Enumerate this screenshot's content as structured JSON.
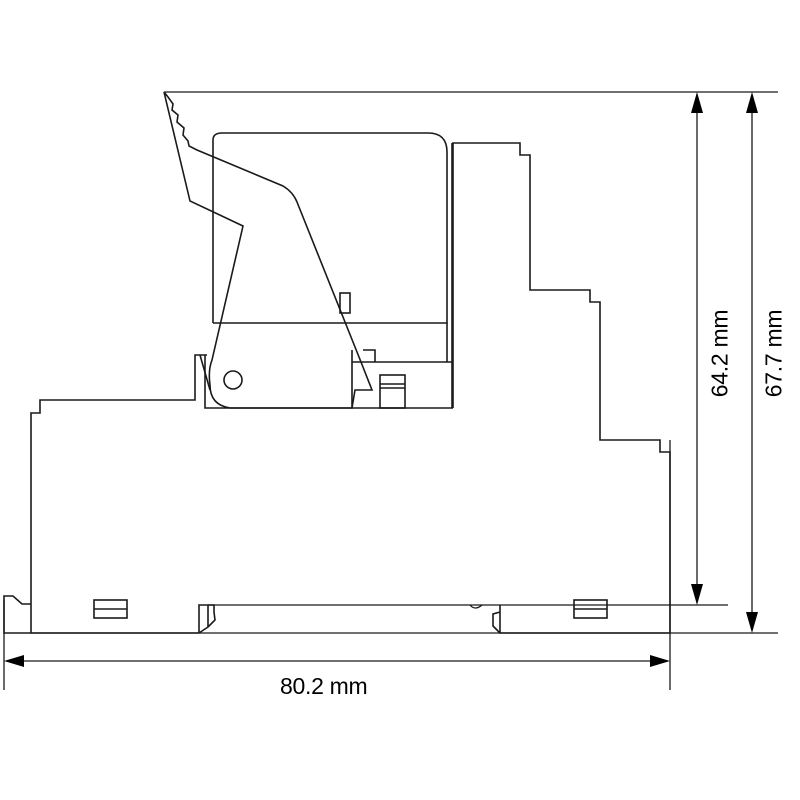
{
  "drawing": {
    "type": "side-view dimension drawing",
    "line_color": "#1a1a1a",
    "background": "#ffffff"
  },
  "dimensions": {
    "width": {
      "label": "80.2 mm",
      "value": 80.2,
      "unit": "mm",
      "orientation": "horizontal"
    },
    "height_base": {
      "label": "64.2 mm",
      "value": 64.2,
      "unit": "mm",
      "orientation": "vertical"
    },
    "height_total": {
      "label": "67.7 mm",
      "value": 67.7,
      "unit": "mm",
      "orientation": "vertical"
    }
  }
}
